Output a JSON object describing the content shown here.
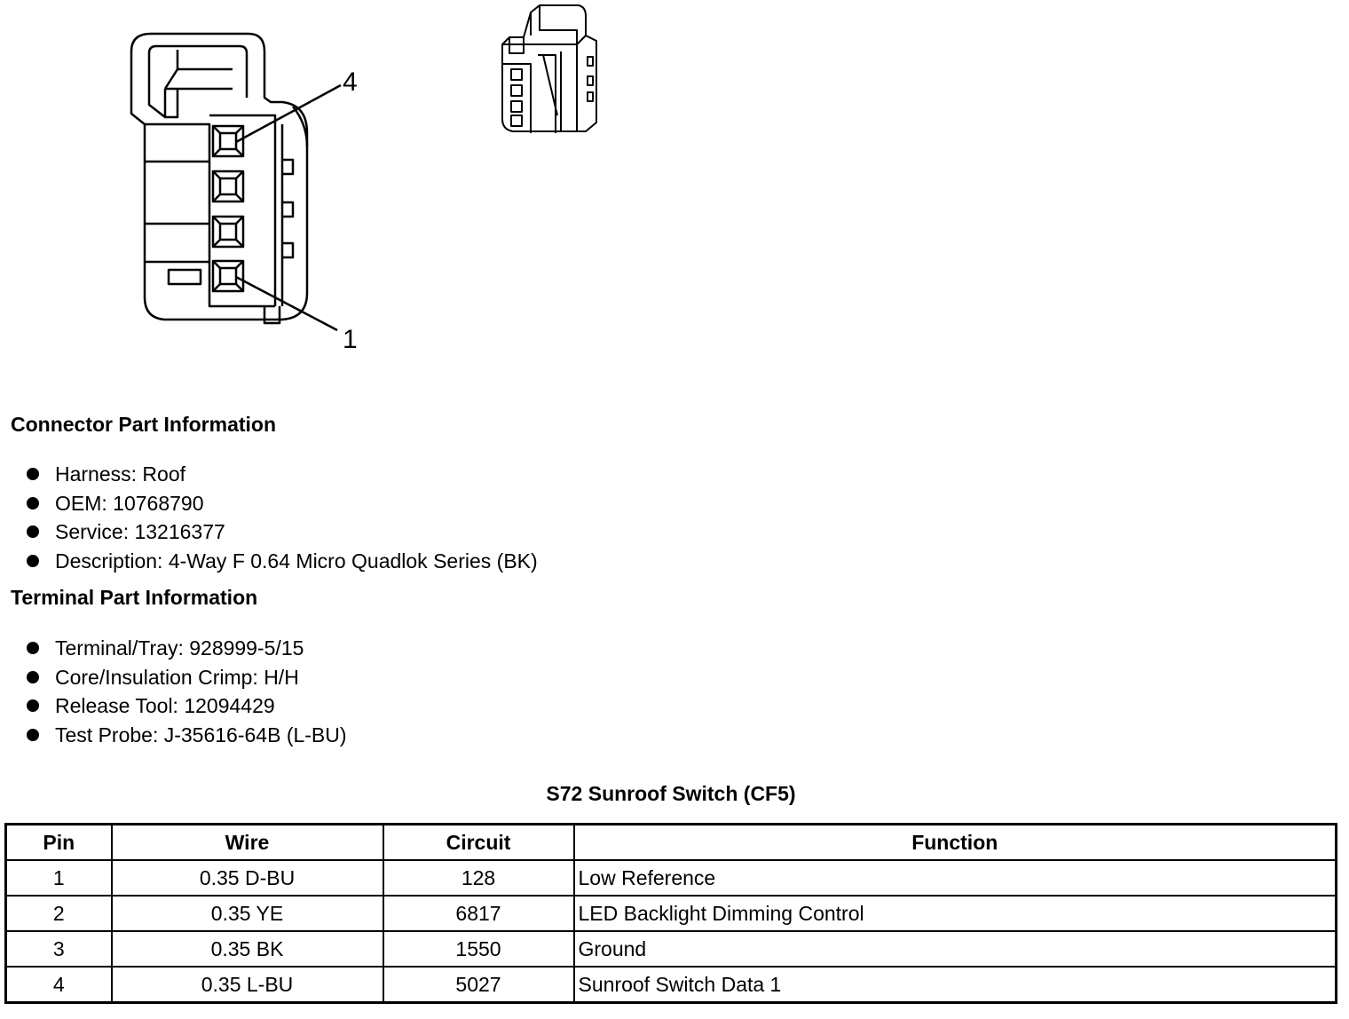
{
  "diagram": {
    "pin_callouts": [
      "4",
      "1"
    ]
  },
  "connector_info": {
    "heading": "Connector Part Information",
    "items": [
      "Harness: Roof",
      "OEM: 10768790",
      "Service: 13216377",
      "Description: 4-Way F 0.64 Micro Quadlok Series (BK)"
    ]
  },
  "terminal_info": {
    "heading": "Terminal Part Information",
    "items": [
      "Terminal/Tray: 928999-5/15",
      "Core/Insulation Crimp: H/H",
      "Release Tool: 12094429",
      "Test Probe: J-35616-64B (L-BU)"
    ]
  },
  "table": {
    "title": "S72 Sunroof Switch (CF5)",
    "headers": [
      "Pin",
      "Wire",
      "Circuit",
      "Function"
    ],
    "rows": [
      [
        "1",
        "0.35 D-BU",
        "128",
        "Low Reference"
      ],
      [
        "2",
        "0.35 YE",
        "6817",
        "LED Backlight Dimming Control"
      ],
      [
        "3",
        "0.35 BK",
        "1550",
        "Ground"
      ],
      [
        "4",
        "0.35 L-BU",
        "5027",
        "Sunroof Switch Data 1"
      ]
    ]
  }
}
